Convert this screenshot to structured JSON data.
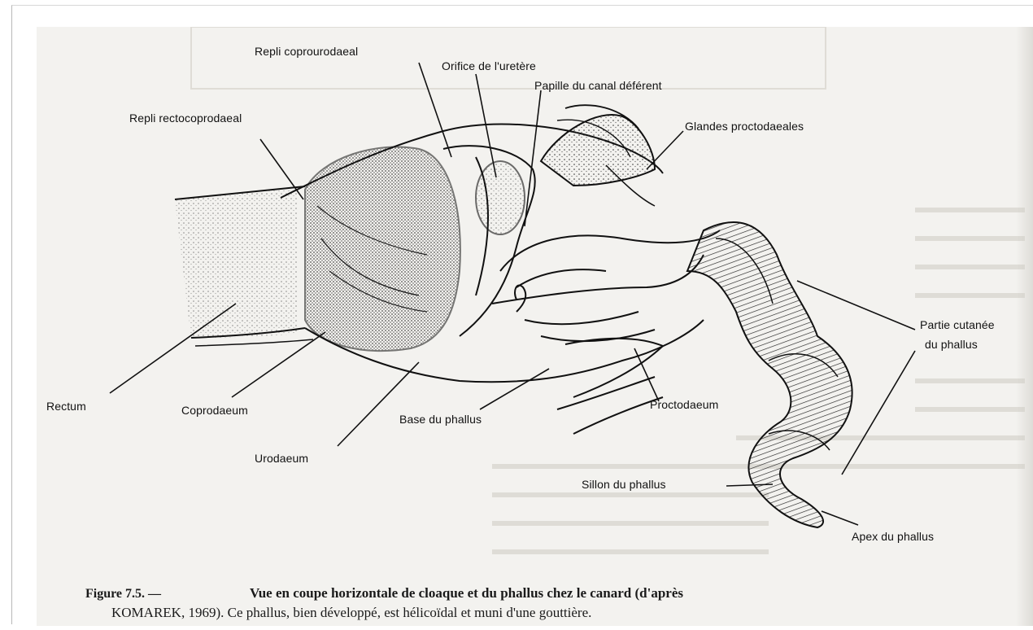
{
  "labels": {
    "repli_coprourodaeal": "Repli coprourodaeal",
    "orifice_uretere": "Orifice de l'uretère",
    "papille_canal_deferent": "Papille du canal déférent",
    "repli_rectocoprodaeal": "Repli rectocoprodaeal",
    "glandes_proctodaeales": "Glandes proctodaeales",
    "partie_cutanee_line1": "Partie cutanée",
    "partie_cutanee_line2": "du phallus",
    "rectum": "Rectum",
    "coprodaeum": "Coprodaeum",
    "urodaeum": "Urodaeum",
    "base_du_phallus": "Base du phallus",
    "proctodaeum": "Proctodaeum",
    "sillon_du_phallus": "Sillon du phallus",
    "apex_du_phallus": "Apex du phallus"
  },
  "caption": {
    "label": "Figure 7.5. —",
    "line1": "Vue en coupe horizontale de cloaque et du phallus chez le canard (d'après",
    "line2": "KOMAREK, 1969). Ce phallus, bien développé, est hélicoïdal et muni d'une gouttière."
  }
}
